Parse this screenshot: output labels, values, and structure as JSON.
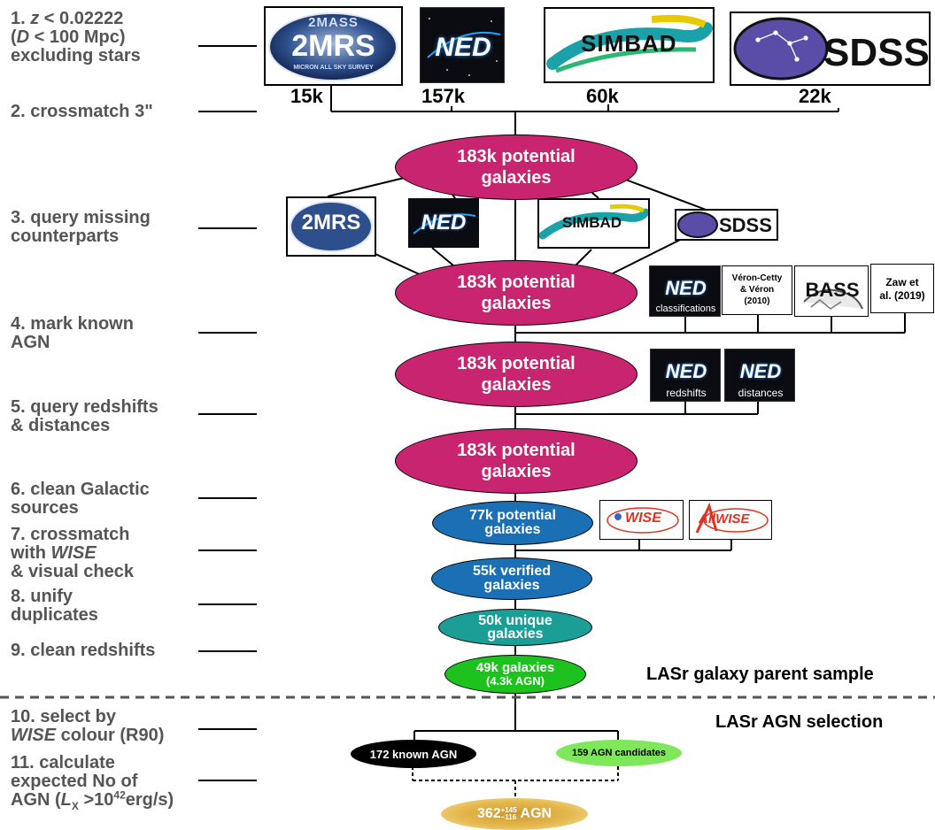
{
  "steps": {
    "s1": {
      "num": "1.",
      "z": "z",
      "lt_z": " < 0.02222",
      "open_paren": "(",
      "d": "D",
      "lt_d": " < 100 Mpc)",
      "excluding": "excluding stars"
    },
    "s2": {
      "text": "2. crossmatch 3\""
    },
    "s3": {
      "line1": "3. query missing",
      "line2": "counterparts"
    },
    "s4": {
      "line1": "4. mark known",
      "line2": "AGN"
    },
    "s5": {
      "line1": "5. query redshifts",
      "line2": "& distances"
    },
    "s6": {
      "line1": "6. clean Galactic",
      "line2": "sources"
    },
    "s7": {
      "line1": "7. crossmatch",
      "line2a": "with ",
      "wise": "WISE",
      "line3": "& visual check"
    },
    "s8": {
      "line1": "8. unify",
      "line2": "duplicates"
    },
    "s9": {
      "text": "9. clean redshifts"
    },
    "s10": {
      "line1": "10. select by",
      "wise": "WISE",
      "line2b": " colour (R90)"
    },
    "s11": {
      "line1": "11. calculate",
      "line2": "expected No of",
      "agn": "AGN (",
      "l": "L",
      "x": "X",
      "gt": " >10",
      "exp": "42",
      "unit": "erg/s)"
    }
  },
  "catalogues": {
    "twomrs": {
      "title": "2MASS",
      "name": "2MRS",
      "subtitle": "MICRON ALL SKY SURVEY",
      "count": "15k"
    },
    "ned": {
      "name": "NED",
      "count": "157k"
    },
    "simbad": {
      "name": "SIMBAD",
      "count": "60k"
    },
    "sdss": {
      "name": "SDSS",
      "count": "22k"
    }
  },
  "agn_refs": {
    "ned_class": {
      "name": "NED",
      "caption": "classifications"
    },
    "veron": {
      "text1": "Véron-Cetty",
      "text2": "& Véron",
      "text3": "(2010)"
    },
    "bass": {
      "name": "BASS"
    },
    "zaw": {
      "text1": "Zaw et",
      "text2": "al. (2019)"
    }
  },
  "redshift_refs": {
    "ned_z": {
      "name": "NED",
      "caption": "redshifts"
    },
    "ned_d": {
      "name": "NED",
      "caption": "distances"
    }
  },
  "wise_refs": {
    "wise": {
      "name": "WISE"
    },
    "allwise": {
      "name": "AllWISE"
    }
  },
  "nodes": {
    "n1": {
      "line1": "183k potential",
      "line2": "galaxies"
    },
    "n2": {
      "line1": "183k potential",
      "line2": "galaxies"
    },
    "n3": {
      "line1": "183k potential",
      "line2": "galaxies"
    },
    "n4": {
      "line1": "183k potential",
      "line2": "galaxies"
    },
    "n5": {
      "line1": "77k potential",
      "line2": "galaxies"
    },
    "n6": {
      "line1": "55k verified",
      "line2": "galaxies"
    },
    "n7": {
      "line1": "50k unique",
      "line2": "galaxies"
    },
    "n8": {
      "line1": "49k galaxies",
      "line2": "(4.3k AGN)"
    },
    "known": {
      "text": "172 known AGN"
    },
    "cand": {
      "text": "159 AGN candidates"
    },
    "final": {
      "value": "362",
      "plus": "+145",
      "minus": "−116",
      "suffix": " AGN"
    }
  },
  "sections": {
    "galaxy": "LASr galaxy parent sample",
    "agn": "LASr AGN selection"
  },
  "colors": {
    "magenta": "#c8246f",
    "blue": "#1a6fb5",
    "teal": "#1a9e96",
    "green": "#1ec21e",
    "lime": "#7ee85a",
    "black": "#000000",
    "gold": "#e9bf5a",
    "step_text": "#555555"
  }
}
